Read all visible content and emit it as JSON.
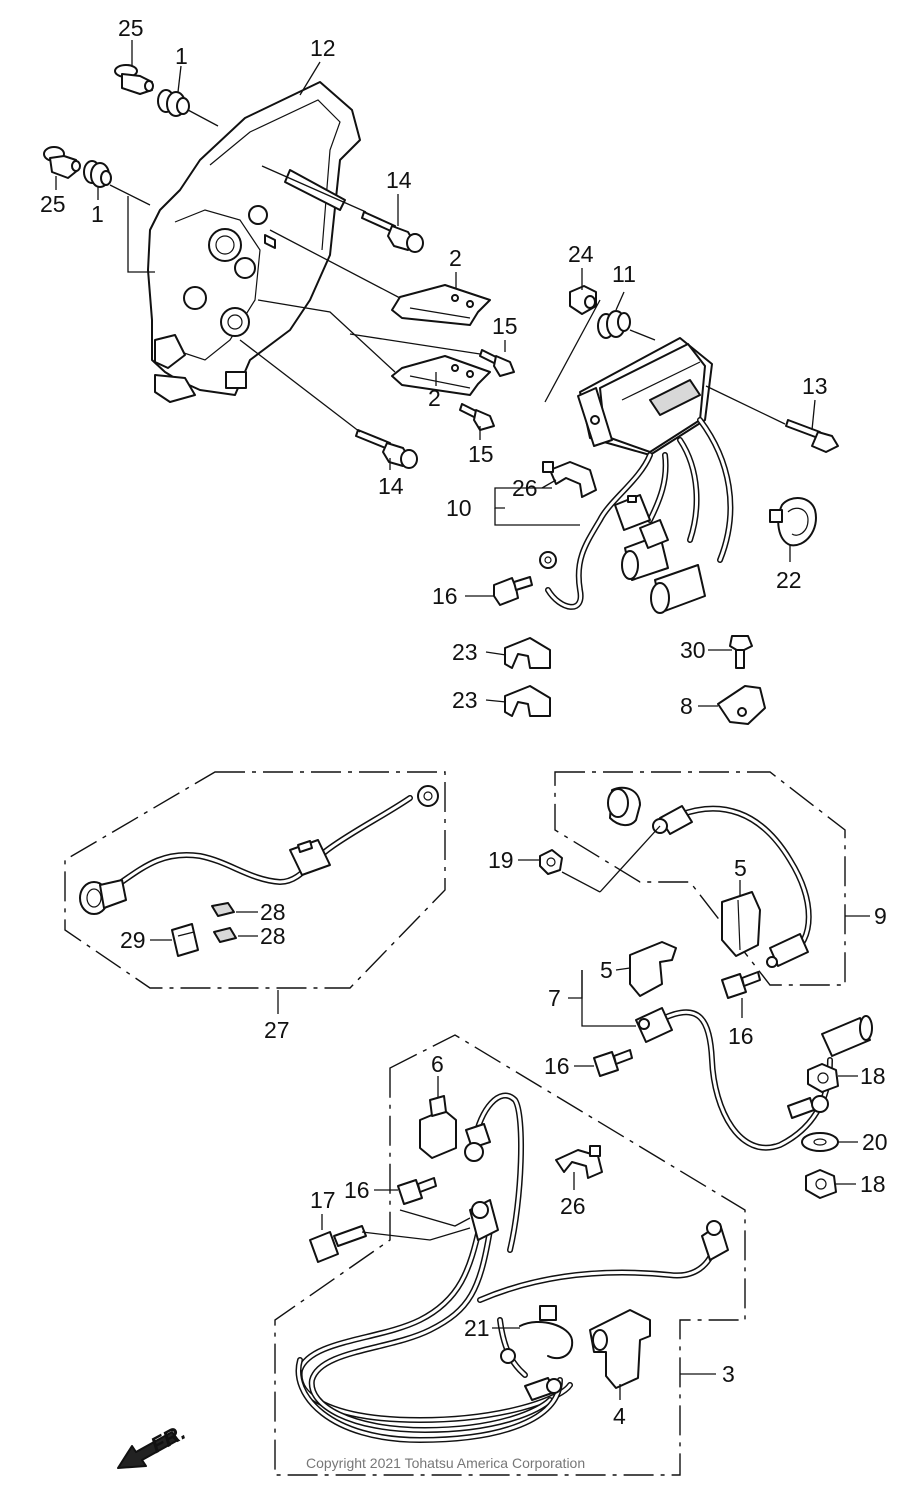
{
  "callouts": [
    {
      "id": "c25a",
      "label": "25"
    },
    {
      "id": "c1a",
      "label": "1"
    },
    {
      "id": "c12",
      "label": "12"
    },
    {
      "id": "c25b",
      "label": "25"
    },
    {
      "id": "c1b",
      "label": "1"
    },
    {
      "id": "c14a",
      "label": "14"
    },
    {
      "id": "c2a",
      "label": "2"
    },
    {
      "id": "c15a",
      "label": "15"
    },
    {
      "id": "c2b",
      "label": "2"
    },
    {
      "id": "c15b",
      "label": "15"
    },
    {
      "id": "c14b",
      "label": "14"
    },
    {
      "id": "c24",
      "label": "24"
    },
    {
      "id": "c11",
      "label": "11"
    },
    {
      "id": "c13",
      "label": "13"
    },
    {
      "id": "c26a",
      "label": "26"
    },
    {
      "id": "c10",
      "label": "10"
    },
    {
      "id": "c22",
      "label": "22"
    },
    {
      "id": "c16a",
      "label": "16"
    },
    {
      "id": "c23a",
      "label": "23"
    },
    {
      "id": "c30",
      "label": "30"
    },
    {
      "id": "c23b",
      "label": "23"
    },
    {
      "id": "c8",
      "label": "8"
    },
    {
      "id": "c28a",
      "label": "28"
    },
    {
      "id": "c29",
      "label": "29"
    },
    {
      "id": "c28b",
      "label": "28"
    },
    {
      "id": "c27",
      "label": "27"
    },
    {
      "id": "c19",
      "label": "19"
    },
    {
      "id": "c5a",
      "label": "5"
    },
    {
      "id": "c9",
      "label": "9"
    },
    {
      "id": "c5b",
      "label": "5"
    },
    {
      "id": "c7",
      "label": "7"
    },
    {
      "id": "c16b",
      "label": "16"
    },
    {
      "id": "c16c",
      "label": "16"
    },
    {
      "id": "c18a",
      "label": "18"
    },
    {
      "id": "c6",
      "label": "6"
    },
    {
      "id": "c20",
      "label": "20"
    },
    {
      "id": "c18b",
      "label": "18"
    },
    {
      "id": "c16d",
      "label": "16"
    },
    {
      "id": "c17",
      "label": "17"
    },
    {
      "id": "c26b",
      "label": "26"
    },
    {
      "id": "c21",
      "label": "21"
    },
    {
      "id": "c3",
      "label": "3"
    },
    {
      "id": "c4",
      "label": "4"
    }
  ],
  "copyright": "Copyright 2021 Tohatsu America Corporation",
  "direction_label": "FR."
}
